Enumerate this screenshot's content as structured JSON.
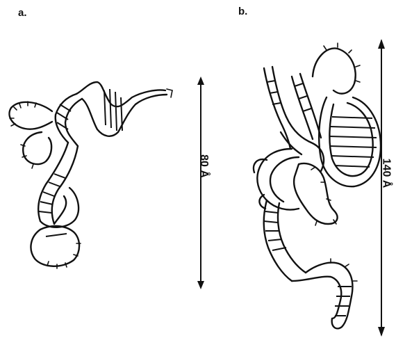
{
  "panels": [
    {
      "label": "a.",
      "scale_label": "80 Å"
    },
    {
      "label": "b.",
      "scale_label": "140 Å"
    }
  ],
  "colors": {
    "ink": "#111111",
    "background": "#ffffff"
  }
}
